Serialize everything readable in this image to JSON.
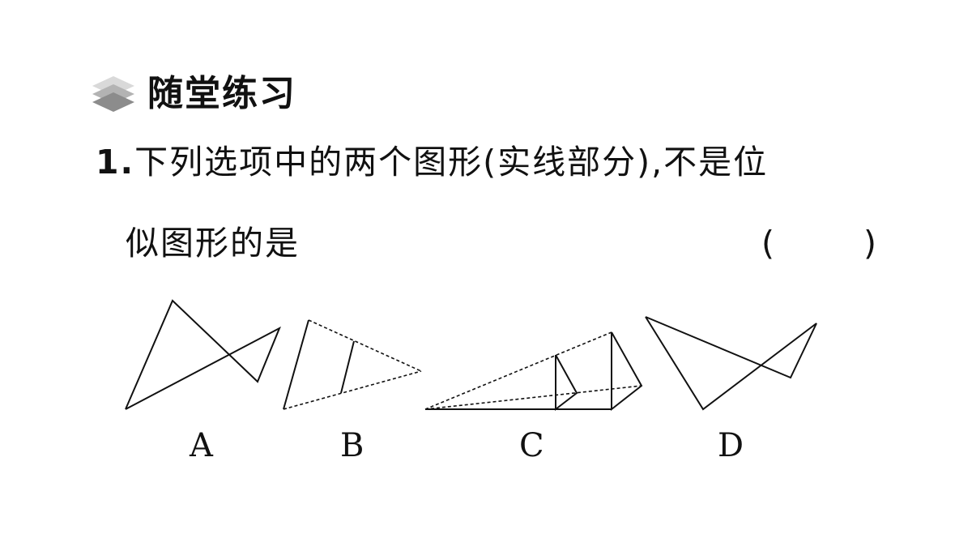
{
  "section": {
    "title": "随堂练习",
    "icon": "stacked-layers-icon"
  },
  "question": {
    "number": "1.",
    "line1": "下列选项中的两个图形(实线部分),不是位",
    "line2": "似图形的是",
    "bracket_open": "(",
    "bracket_close": ")"
  },
  "options": [
    {
      "label": "A"
    },
    {
      "label": "B"
    },
    {
      "label": "C"
    },
    {
      "label": "D"
    }
  ]
}
